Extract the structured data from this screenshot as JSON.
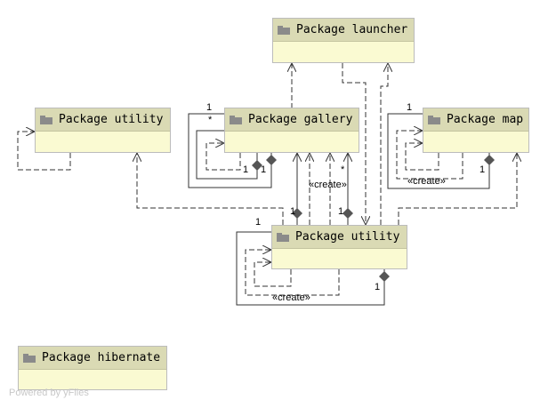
{
  "packages": {
    "launcher": "Package launcher",
    "utility_left": "Package utility",
    "gallery": "Package gallery",
    "map": "Package map",
    "utility_main": "Package utility",
    "hibernate": "Package hibernate"
  },
  "labels": {
    "create": "«create»",
    "one": "1",
    "many": "*"
  },
  "watermark": "Powered by yFiles",
  "colors": {
    "header": "#dadab4",
    "body": "#fafad2",
    "line": "#333333",
    "border": "#bcbcbc"
  }
}
